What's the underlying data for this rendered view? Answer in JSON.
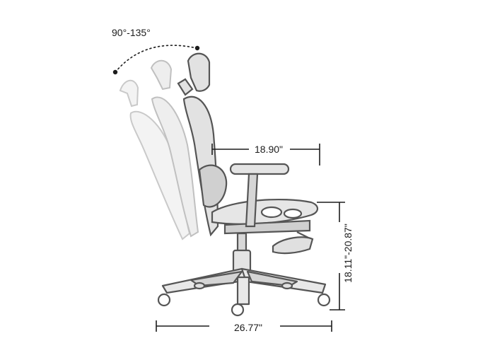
{
  "dimensions": {
    "recline_range": "90°-135°",
    "seat_depth": "18.90\"",
    "base_width": "26.77\"",
    "seat_height_range": "18.11\"-20.87\""
  },
  "colors": {
    "line": "#1c1c1c",
    "chair_outline": "#555555",
    "chair_fill": "#dcdcdc",
    "ghost_outline": "#c4c4c4",
    "ghost_fill": "#f1f1f1"
  }
}
